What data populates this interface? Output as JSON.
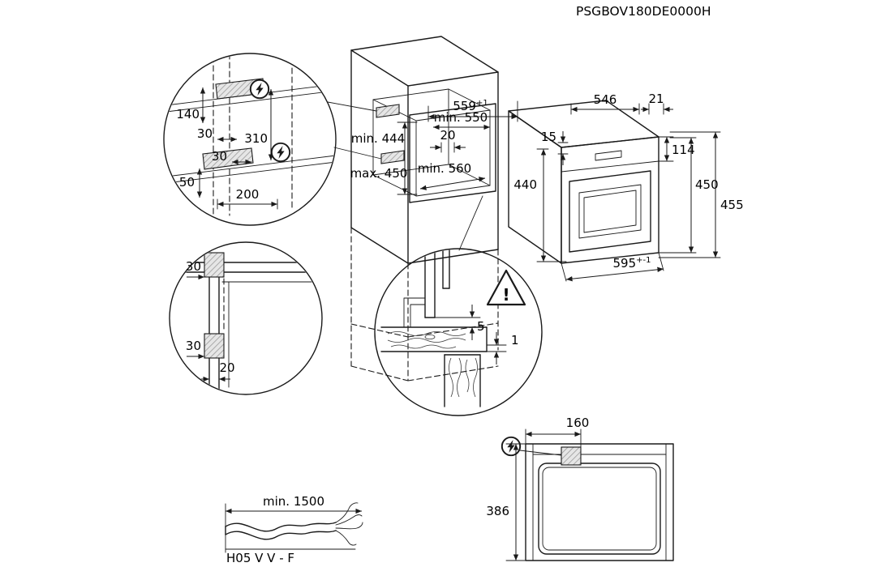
{
  "drawing": {
    "part_code": "PSGBOV180DE0000H"
  },
  "outlet_detail": {
    "dim_140": "140",
    "dim_30_upper": "30",
    "dim_310": "310",
    "dim_30_lower": "30",
    "dim_50": "50",
    "dim_200": "200"
  },
  "cabinet": {
    "niche_height_min": "min. 444",
    "niche_height_max": "max. 450",
    "niche_depth_min": "min. 550",
    "rear_gap": "20",
    "niche_width_min": "min. 560"
  },
  "oven": {
    "top_width": "559",
    "top_width_tol": "+1",
    "depth": "546",
    "front_overhang": "21",
    "top_inset": "15",
    "control_panel_height": "114",
    "body_height": "440",
    "front_height": "450",
    "total_height": "455",
    "front_width": "595",
    "front_width_tol": "+-1"
  },
  "corner_detail": {
    "dim_30_top": "30",
    "dim_30_bottom": "30",
    "dim_20": "20"
  },
  "edge_detail": {
    "dim_5": "5",
    "dim_1": "1",
    "warning_mark": "!"
  },
  "cable": {
    "length_min": "min. 1500",
    "type_label": "H05 V V - F"
  },
  "top_view": {
    "terminal_offset": "160",
    "depth": "386"
  }
}
